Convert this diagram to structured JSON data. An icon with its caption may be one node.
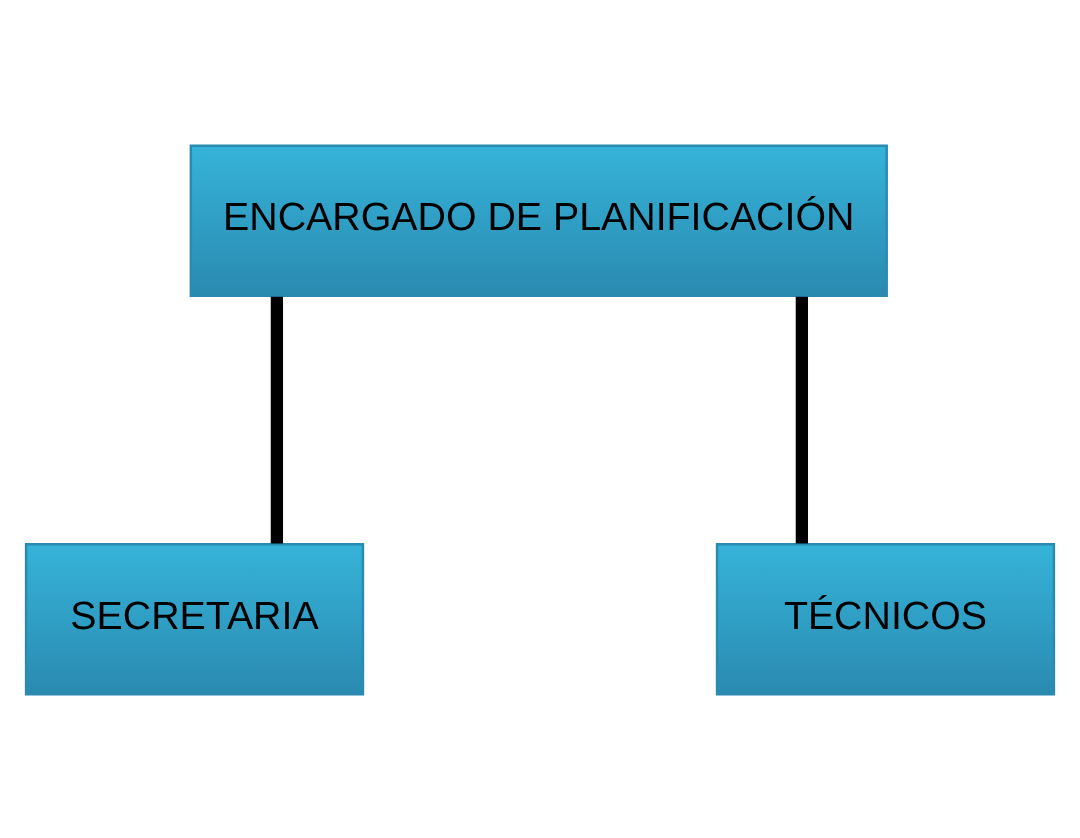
{
  "diagram": {
    "nodes": [
      {
        "text": [
          "ENCARGADO DE PLANIFICACIÓN"
        ]
      },
      {
        "text": [
          "SECRETARIA"
        ]
      },
      {
        "text": [
          "TÉCNICOS"
        ]
      }
    ],
    "edges": [
      {
        "from": 0,
        "to": 1,
        "arrow": "none"
      },
      {
        "from": 0,
        "to": 2,
        "arrow": "none"
      }
    ]
  }
}
